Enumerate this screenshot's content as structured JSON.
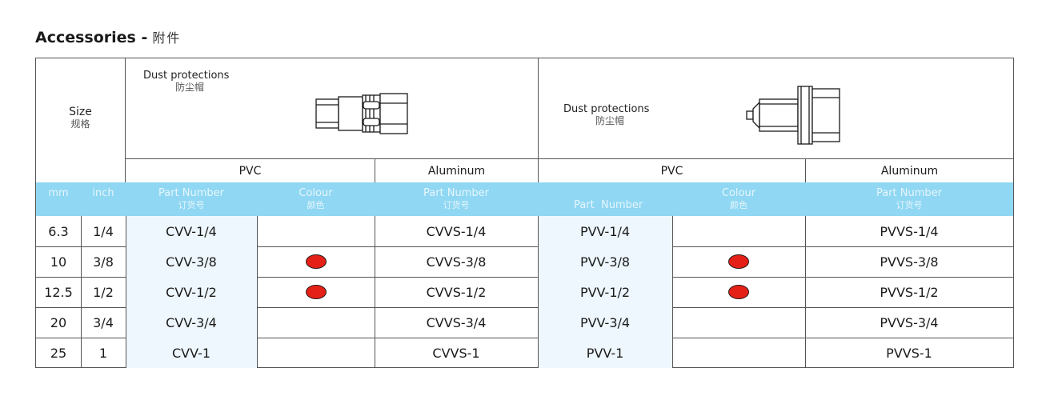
{
  "title": {
    "en": "Accessories -",
    "zh": "附件"
  },
  "header": {
    "size": {
      "en": "Size",
      "zh": "规格"
    },
    "left_group": {
      "label": "Dust protections",
      "label_zh": "防尘帽",
      "icon": "female-coupler-dust-cap-icon"
    },
    "right_group": {
      "label": "Dust protections",
      "label_zh": "防尘帽",
      "icon": "male-coupler-dust-plug-icon"
    },
    "materials": [
      "PVC",
      "Aluminum",
      "PVC",
      "Aluminum"
    ]
  },
  "band": {
    "mm": "mm",
    "inch": "inch",
    "part_number": "Part Number",
    "part_number_zh": "订货号",
    "part_number_spaced": "Part  Number",
    "colour": "Colour",
    "colour_zh": "颜色"
  },
  "colors": {
    "band": "#8fd7f3",
    "dot": "#e52117",
    "shaded_cell": "#eef7fd"
  },
  "rows": [
    {
      "mm": "6.3",
      "inch": "1/4",
      "cvv": "CVV-1/4",
      "cvv_red": false,
      "cvvs": "CVVS-1/4",
      "pvv": "PVV-1/4",
      "pvv_red": false,
      "pvvs": "PVVS-1/4"
    },
    {
      "mm": "10",
      "inch": "3/8",
      "cvv": "CVV-3/8",
      "cvv_red": true,
      "cvvs": "CVVS-3/8",
      "pvv": "PVV-3/8",
      "pvv_red": true,
      "pvvs": "PVVS-3/8"
    },
    {
      "mm": "12.5",
      "inch": "1/2",
      "cvv": "CVV-1/2",
      "cvv_red": true,
      "cvvs": "CVVS-1/2",
      "pvv": "PVV-1/2",
      "pvv_red": true,
      "pvvs": "PVVS-1/2"
    },
    {
      "mm": "20",
      "inch": "3/4",
      "cvv": "CVV-3/4",
      "cvv_red": false,
      "cvvs": "CVVS-3/4",
      "pvv": "PVV-3/4",
      "pvv_red": false,
      "pvvs": "PVVS-3/4"
    },
    {
      "mm": "25",
      "inch": "1",
      "cvv": "CVV-1",
      "cvv_red": false,
      "cvvs": "CVVS-1",
      "pvv": "PVV-1",
      "pvv_red": false,
      "pvvs": "PVVS-1"
    }
  ]
}
